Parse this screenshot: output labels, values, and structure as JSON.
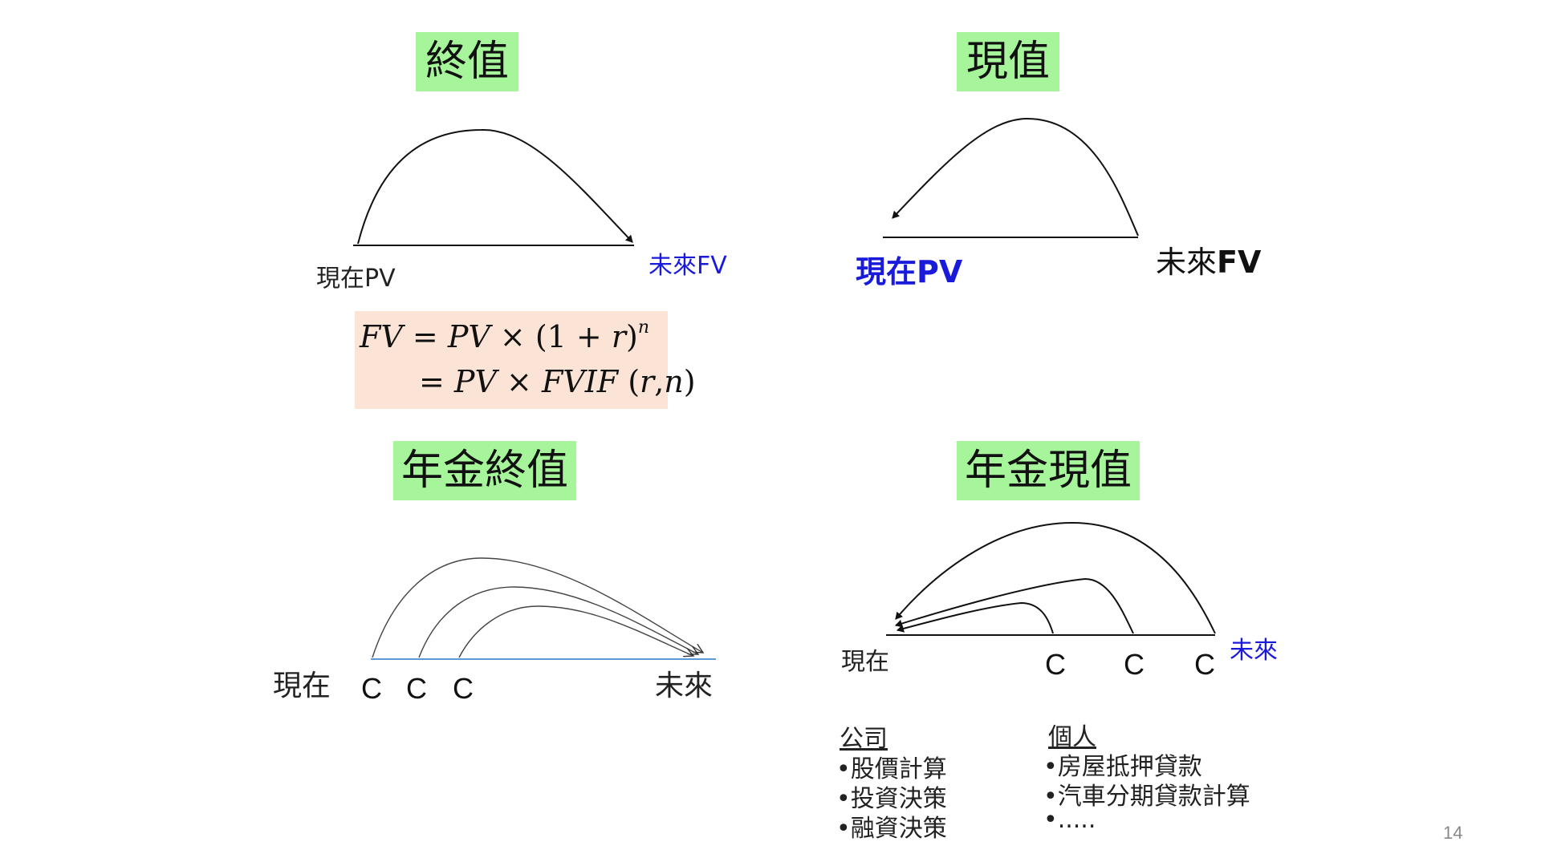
{
  "titles": {
    "fv": "終值",
    "pv": "現值",
    "annuity_fv": "年金終值",
    "annuity_pv": "年金現值"
  },
  "fv_diagram": {
    "now_label": "現在PV",
    "future_label": "未來FV"
  },
  "pv_diagram": {
    "now_label": "現在PV",
    "future_label_prefix": "未來",
    "future_label_suffix": "FV"
  },
  "formula": {
    "line1_fv": "FV",
    "line1_eq": " = ",
    "line1_pv": "PV",
    "line1_times": " × (1 + ",
    "line1_r": "r",
    "line1_close": ")",
    "line1_exp": "n",
    "line2_eq": "= ",
    "line2_pv": "PV",
    "line2_times": " × ",
    "line2_fvif": "FVIF",
    "line2_open": " (",
    "line2_r": "r",
    "line2_comma": ",",
    "line2_n": "n",
    "line2_close": ")"
  },
  "annuity_fv_diagram": {
    "now_label": "現在",
    "future_label": "未來",
    "cash_flows": [
      "C",
      "C",
      "C"
    ]
  },
  "annuity_pv_diagram": {
    "now_label": "現在",
    "future_label": "未來",
    "cash_flows": [
      "C",
      "C",
      "C"
    ]
  },
  "applications": {
    "company": {
      "heading": "公司",
      "items": [
        "•股價計算",
        "•投資決策",
        "•融資決策"
      ]
    },
    "personal": {
      "heading": "個人",
      "items": [
        "•房屋抵押貸款",
        "•汽車分期貸款計算",
        "•....."
      ]
    }
  },
  "page_number": "14",
  "colors": {
    "title_bg": "#a6f59a",
    "formula_bg": "#fbe4d5",
    "blue_text": "#1a1adb",
    "axis_blue": "#5b9bd5"
  }
}
